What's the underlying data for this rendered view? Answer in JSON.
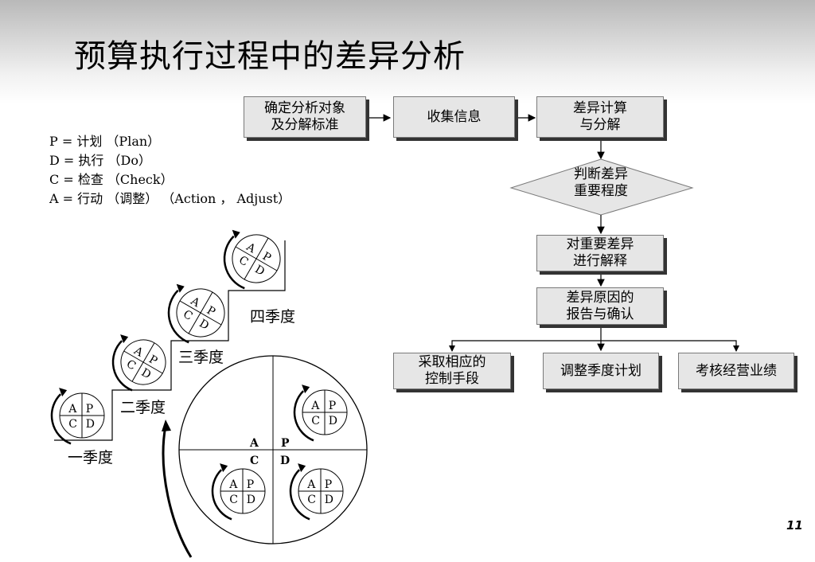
{
  "title": "预算执行过程中的差异分析",
  "legend": [
    "P = 计划 （Plan）",
    "D = 执行 （Do）",
    "C = 检查 （Check）",
    "A = 行动 （调整） （Action ， Adjust）"
  ],
  "flow": {
    "step1": "确定分析对象\n及分解标准",
    "step2": "收集信息",
    "step3": "差异计算\n与分解",
    "decision": "判断差异\n重要程度",
    "step4": "对重要差异\n进行解释",
    "step5": "差异原因的\n报告与确认",
    "outcome1": "采取相应的\n控制手段",
    "outcome2": "调整季度计划",
    "outcome3": "考核经营业绩"
  },
  "quarters": {
    "q1": "一季度",
    "q2": "二季度",
    "q3": "三季度",
    "q4": "四季度"
  },
  "pdca": {
    "a": "A",
    "p": "P",
    "c": "C",
    "d": "D"
  },
  "page_number": "11"
}
